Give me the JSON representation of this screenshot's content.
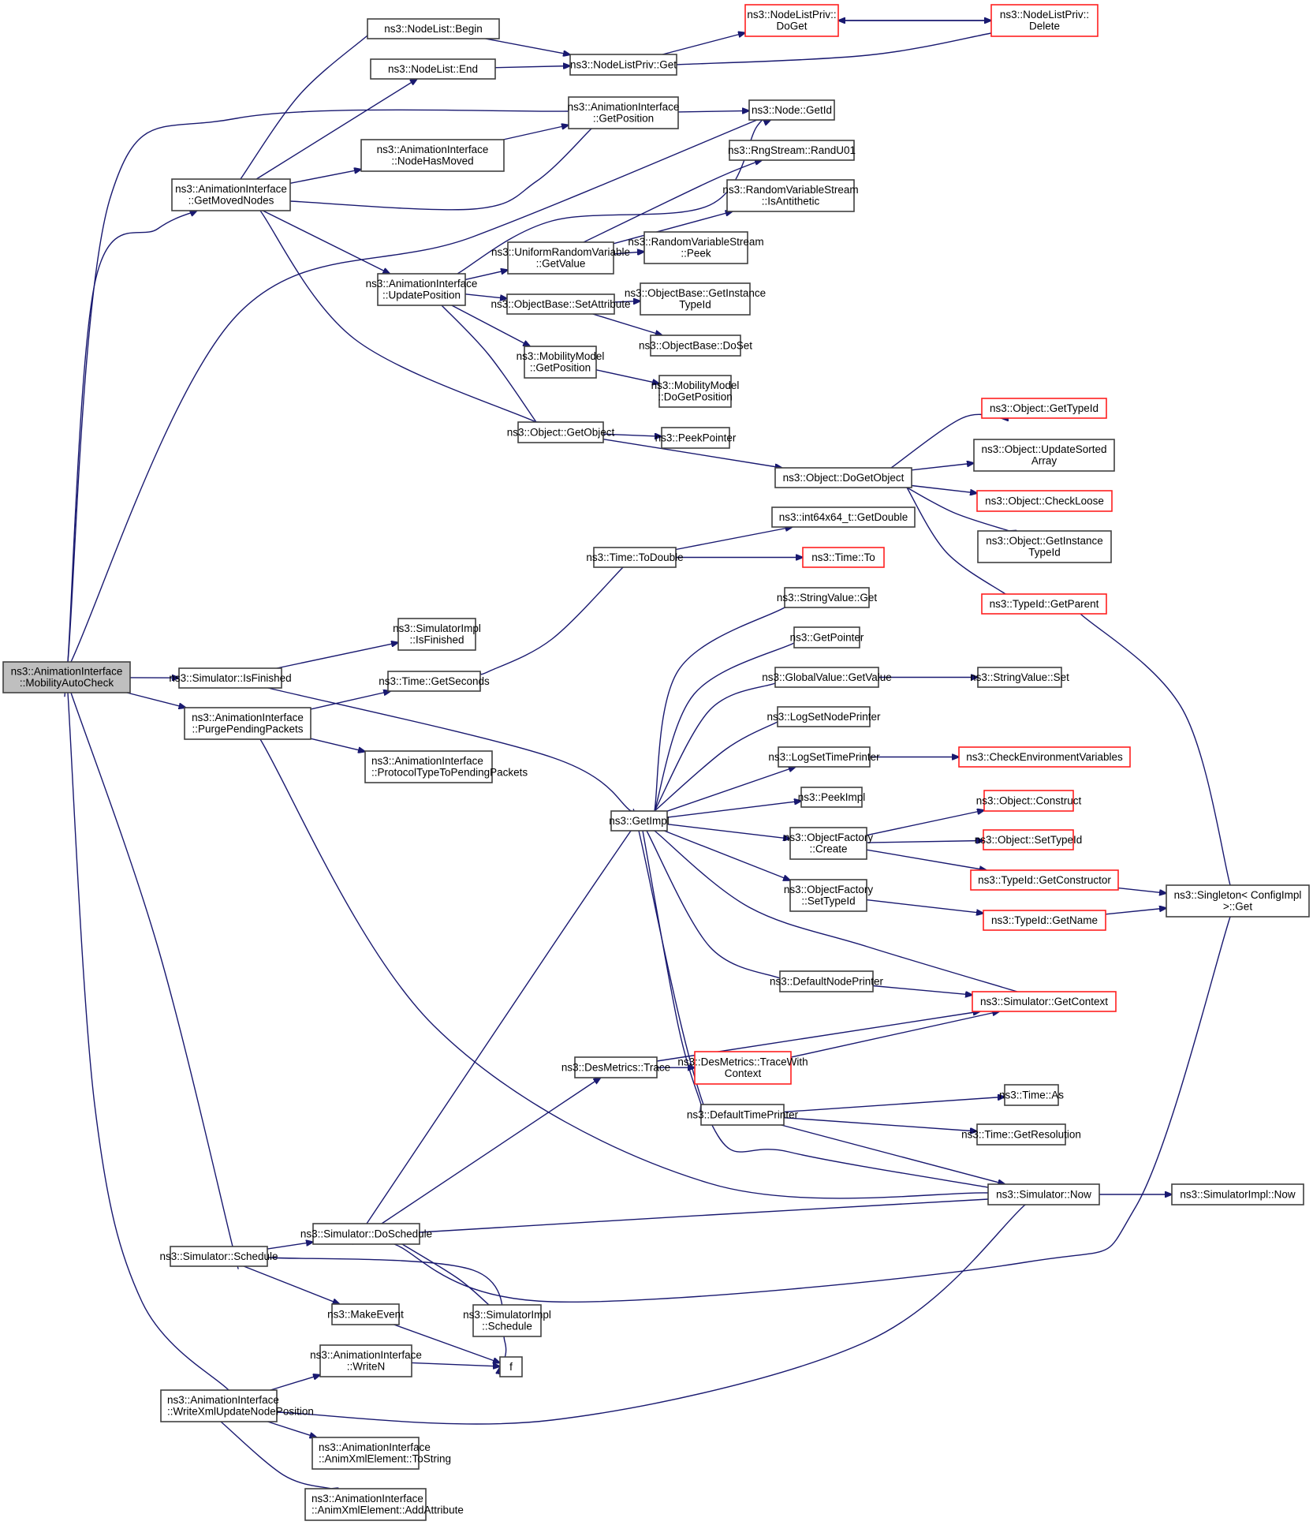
{
  "diagram": {
    "title": "Call graph of ns3::AnimationInterface::MobilityAutoCheck",
    "colors": {
      "edge": "#191970",
      "node_border": "#404040",
      "node_border_incomplete": "#ff2020",
      "root_fill": "#bfbfbf",
      "node_fill": "#ffffff"
    },
    "nodes": [
      {
        "id": "MobilityAutoCheck",
        "lines": [
          "ns3::AnimationInterface",
          "::MobilityAutoCheck"
        ],
        "style": "root"
      },
      {
        "id": "GetMovedNodes",
        "lines": [
          "ns3::AnimationInterface",
          "::GetMovedNodes"
        ],
        "style": "normal"
      },
      {
        "id": "NodeListBegin",
        "lines": [
          "ns3::NodeList::Begin"
        ],
        "style": "normal"
      },
      {
        "id": "NodeListEnd",
        "lines": [
          "ns3::NodeList::End"
        ],
        "style": "normal"
      },
      {
        "id": "NodeListPrivGet",
        "lines": [
          "ns3::NodeListPriv::Get"
        ],
        "style": "normal"
      },
      {
        "id": "NodeListPrivDoGet",
        "lines": [
          "ns3::NodeListPriv::",
          "DoGet"
        ],
        "style": "red"
      },
      {
        "id": "NodeListPrivDelete",
        "lines": [
          "ns3::NodeListPriv::",
          "Delete"
        ],
        "style": "red"
      },
      {
        "id": "AIGetPosition",
        "lines": [
          "ns3::AnimationInterface",
          "::GetPosition"
        ],
        "style": "normal"
      },
      {
        "id": "NodeGetId",
        "lines": [
          "ns3::Node::GetId"
        ],
        "style": "normal"
      },
      {
        "id": "NodeHasMoved",
        "lines": [
          "ns3::AnimationInterface",
          "::NodeHasMoved"
        ],
        "style": "normal"
      },
      {
        "id": "RandU01",
        "lines": [
          "ns3::RngStream::RandU01"
        ],
        "style": "normal"
      },
      {
        "id": "IsAntithetic",
        "lines": [
          "ns3::RandomVariableStream",
          "::IsAntithetic"
        ],
        "style": "normal"
      },
      {
        "id": "UpdatePosition",
        "lines": [
          "ns3::AnimationInterface",
          "::UpdatePosition"
        ],
        "style": "normal"
      },
      {
        "id": "URVGetValue",
        "lines": [
          "ns3::UniformRandomVariable",
          "::GetValue"
        ],
        "style": "normal"
      },
      {
        "id": "RVSPeek",
        "lines": [
          "ns3::RandomVariableStream",
          "::Peek"
        ],
        "style": "normal"
      },
      {
        "id": "SetAttribute",
        "lines": [
          "ns3::ObjectBase::SetAttribute"
        ],
        "style": "normal"
      },
      {
        "id": "OBGetInstanceTypeId",
        "lines": [
          "ns3::ObjectBase::GetInstance",
          "TypeId"
        ],
        "style": "normal"
      },
      {
        "id": "DoSet",
        "lines": [
          "ns3::ObjectBase::DoSet"
        ],
        "style": "normal"
      },
      {
        "id": "MMGetPosition",
        "lines": [
          "ns3::MobilityModel",
          "::GetPosition"
        ],
        "style": "normal"
      },
      {
        "id": "MMDoGetPosition",
        "lines": [
          "ns3::MobilityModel",
          "::DoGetPosition"
        ],
        "style": "normal"
      },
      {
        "id": "GetObject",
        "lines": [
          "ns3::Object::GetObject"
        ],
        "style": "normal"
      },
      {
        "id": "PeekPointer",
        "lines": [
          "ns3::PeekPointer"
        ],
        "style": "normal"
      },
      {
        "id": "DoGetObject",
        "lines": [
          "ns3::Object::DoGetObject"
        ],
        "style": "normal"
      },
      {
        "id": "ObjGetTypeId",
        "lines": [
          "ns3::Object::GetTypeId"
        ],
        "style": "red"
      },
      {
        "id": "UpdateSortedArray",
        "lines": [
          "ns3::Object::UpdateSorted",
          "Array"
        ],
        "style": "normal"
      },
      {
        "id": "CheckLoose",
        "lines": [
          "ns3::Object::CheckLoose"
        ],
        "style": "red"
      },
      {
        "id": "ObjGetInstanceTypeId",
        "lines": [
          "ns3::Object::GetInstance",
          "TypeId"
        ],
        "style": "normal"
      },
      {
        "id": "GetParent",
        "lines": [
          "ns3::TypeId::GetParent"
        ],
        "style": "red"
      },
      {
        "id": "GetDouble",
        "lines": [
          "ns3::int64x64_t::GetDouble"
        ],
        "style": "normal"
      },
      {
        "id": "TimeToDouble",
        "lines": [
          "ns3::Time::ToDouble"
        ],
        "style": "normal"
      },
      {
        "id": "TimeTo",
        "lines": [
          "ns3::Time::To"
        ],
        "style": "red"
      },
      {
        "id": "StringValueGet",
        "lines": [
          "ns3::StringValue::Get"
        ],
        "style": "normal"
      },
      {
        "id": "GetPointer",
        "lines": [
          "ns3::GetPointer"
        ],
        "style": "normal"
      },
      {
        "id": "GlobalValueGetValue",
        "lines": [
          "ns3::GlobalValue::GetValue"
        ],
        "style": "normal"
      },
      {
        "id": "StringValueSet",
        "lines": [
          "ns3::StringValue::Set"
        ],
        "style": "normal"
      },
      {
        "id": "LogSetNodePrinter",
        "lines": [
          "ns3::LogSetNodePrinter"
        ],
        "style": "normal"
      },
      {
        "id": "LogSetTimePrinter",
        "lines": [
          "ns3::LogSetTimePrinter"
        ],
        "style": "normal"
      },
      {
        "id": "CheckEnvironmentVariables",
        "lines": [
          "ns3::CheckEnvironmentVariables"
        ],
        "style": "red"
      },
      {
        "id": "SimulatorImplIsFinished",
        "lines": [
          "ns3::SimulatorImpl",
          "::IsFinished"
        ],
        "style": "normal"
      },
      {
        "id": "SimulatorIsFinished",
        "lines": [
          "ns3::Simulator::IsFinished"
        ],
        "style": "normal"
      },
      {
        "id": "TimeGetSeconds",
        "lines": [
          "ns3::Time::GetSeconds"
        ],
        "style": "normal"
      },
      {
        "id": "PurgePendingPackets",
        "lines": [
          "ns3::AnimationInterface",
          "::PurgePendingPackets"
        ],
        "style": "normal"
      },
      {
        "id": "ProtocolTypeToPendingPackets",
        "lines": [
          "ns3::AnimationInterface",
          "::ProtocolTypeToPendingPackets"
        ],
        "style": "normal",
        "align": "left"
      },
      {
        "id": "PeekImpl",
        "lines": [
          "ns3::PeekImpl"
        ],
        "style": "normal"
      },
      {
        "id": "GetImpl",
        "lines": [
          "ns3::GetImpl"
        ],
        "style": "normal"
      },
      {
        "id": "ObjectConstruct",
        "lines": [
          "ns3::Object::Construct"
        ],
        "style": "red"
      },
      {
        "id": "ObjectFactoryCreate",
        "lines": [
          "ns3::ObjectFactory",
          "::Create"
        ],
        "style": "normal"
      },
      {
        "id": "ObjectSetTypeId",
        "lines": [
          "ns3::Object::SetTypeId"
        ],
        "style": "red"
      },
      {
        "id": "GetConstructor",
        "lines": [
          "ns3::TypeId::GetConstructor"
        ],
        "style": "red"
      },
      {
        "id": "SingletonGet",
        "lines": [
          "ns3::Singleton< ConfigImpl",
          " >::Get"
        ],
        "style": "normal"
      },
      {
        "id": "ObjectFactorySetTypeId",
        "lines": [
          "ns3::ObjectFactory",
          "::SetTypeId"
        ],
        "style": "normal"
      },
      {
        "id": "TypeIdGetName",
        "lines": [
          "ns3::TypeId::GetName"
        ],
        "style": "red"
      },
      {
        "id": "DefaultNodePrinter",
        "lines": [
          "ns3::DefaultNodePrinter"
        ],
        "style": "normal"
      },
      {
        "id": "GetContext",
        "lines": [
          "ns3::Simulator::GetContext"
        ],
        "style": "red"
      },
      {
        "id": "DesMetricsTrace",
        "lines": [
          "ns3::DesMetrics::Trace"
        ],
        "style": "normal"
      },
      {
        "id": "TraceWithContext",
        "lines": [
          "ns3::DesMetrics::TraceWith",
          "Context"
        ],
        "style": "red"
      },
      {
        "id": "DefaultTimePrinter",
        "lines": [
          "ns3::DefaultTimePrinter"
        ],
        "style": "normal"
      },
      {
        "id": "TimeAs",
        "lines": [
          "ns3::Time::As"
        ],
        "style": "normal"
      },
      {
        "id": "TimeGetResolution",
        "lines": [
          "ns3::Time::GetResolution"
        ],
        "style": "normal"
      },
      {
        "id": "SimulatorNow",
        "lines": [
          "ns3::Simulator::Now"
        ],
        "style": "normal"
      },
      {
        "id": "SimulatorImplNow",
        "lines": [
          "ns3::SimulatorImpl::Now"
        ],
        "style": "normal"
      },
      {
        "id": "SimulatorSchedule",
        "lines": [
          "ns3::Simulator::Schedule"
        ],
        "style": "normal"
      },
      {
        "id": "DoSchedule",
        "lines": [
          "ns3::Simulator::DoSchedule"
        ],
        "style": "normal"
      },
      {
        "id": "MakeEvent",
        "lines": [
          "ns3::MakeEvent"
        ],
        "style": "normal"
      },
      {
        "id": "SimulatorImplSchedule",
        "lines": [
          "ns3::SimulatorImpl",
          "::Schedule"
        ],
        "style": "normal"
      },
      {
        "id": "WriteN",
        "lines": [
          "ns3::AnimationInterface",
          "::WriteN"
        ],
        "style": "normal"
      },
      {
        "id": "f",
        "lines": [
          "f"
        ],
        "style": "normal"
      },
      {
        "id": "WriteXmlUpdateNodePosition",
        "lines": [
          "ns3::AnimationInterface",
          "::WriteXmlUpdateNodePosition"
        ],
        "style": "normal",
        "align": "left"
      },
      {
        "id": "ToString",
        "lines": [
          "ns3::AnimationInterface",
          "::AnimXmlElement::ToString"
        ],
        "style": "normal",
        "align": "left"
      },
      {
        "id": "AddAttribute",
        "lines": [
          "ns3::AnimationInterface",
          "::AnimXmlElement::AddAttribute"
        ],
        "style": "normal",
        "align": "left"
      }
    ],
    "edges": [
      [
        "MobilityAutoCheck",
        "GetMovedNodes"
      ],
      [
        "MobilityAutoCheck",
        "AIGetPosition"
      ],
      [
        "MobilityAutoCheck",
        "NodeGetId"
      ],
      [
        "MobilityAutoCheck",
        "SimulatorIsFinished"
      ],
      [
        "MobilityAutoCheck",
        "PurgePendingPackets"
      ],
      [
        "MobilityAutoCheck",
        "SimulatorSchedule"
      ],
      [
        "MobilityAutoCheck",
        "WriteXmlUpdateNodePosition"
      ],
      [
        "GetMovedNodes",
        "NodeListBegin"
      ],
      [
        "GetMovedNodes",
        "NodeListEnd"
      ],
      [
        "GetMovedNodes",
        "NodeHasMoved"
      ],
      [
        "GetMovedNodes",
        "AIGetPosition"
      ],
      [
        "GetMovedNodes",
        "UpdatePosition"
      ],
      [
        "GetMovedNodes",
        "GetObject"
      ],
      [
        "NodeListBegin",
        "NodeListPrivGet"
      ],
      [
        "NodeListEnd",
        "NodeListPrivGet"
      ],
      [
        "NodeListPrivGet",
        "NodeListPrivDoGet"
      ],
      [
        "NodeListPrivDoGet",
        "NodeListPrivDelete"
      ],
      [
        "NodeListPrivDelete",
        "NodeListPrivDoGet"
      ],
      [
        "NodeListPrivDelete",
        "NodeListPrivGet"
      ],
      [
        "NodeHasMoved",
        "AIGetPosition"
      ],
      [
        "AIGetPosition",
        "NodeGetId"
      ],
      [
        "UpdatePosition",
        "NodeGetId"
      ],
      [
        "UpdatePosition",
        "URVGetValue"
      ],
      [
        "UpdatePosition",
        "SetAttribute"
      ],
      [
        "UpdatePosition",
        "MMGetPosition"
      ],
      [
        "UpdatePosition",
        "GetObject"
      ],
      [
        "URVGetValue",
        "RandU01"
      ],
      [
        "URVGetValue",
        "IsAntithetic"
      ],
      [
        "URVGetValue",
        "RVSPeek"
      ],
      [
        "SetAttribute",
        "OBGetInstanceTypeId"
      ],
      [
        "SetAttribute",
        "DoSet"
      ],
      [
        "MMGetPosition",
        "MMDoGetPosition"
      ],
      [
        "GetObject",
        "PeekPointer"
      ],
      [
        "GetObject",
        "DoGetObject"
      ],
      [
        "DoGetObject",
        "ObjGetTypeId"
      ],
      [
        "DoGetObject",
        "UpdateSortedArray"
      ],
      [
        "DoGetObject",
        "CheckLoose"
      ],
      [
        "DoGetObject",
        "ObjGetInstanceTypeId"
      ],
      [
        "DoGetObject",
        "GetParent"
      ],
      [
        "GetParent",
        "SingletonGet"
      ],
      [
        "SimulatorIsFinished",
        "SimulatorImplIsFinished"
      ],
      [
        "SimulatorIsFinished",
        "GetImpl"
      ],
      [
        "PurgePendingPackets",
        "TimeGetSeconds"
      ],
      [
        "PurgePendingPackets",
        "ProtocolTypeToPendingPackets"
      ],
      [
        "PurgePendingPackets",
        "SimulatorNow"
      ],
      [
        "TimeGetSeconds",
        "TimeToDouble"
      ],
      [
        "TimeToDouble",
        "GetDouble"
      ],
      [
        "TimeToDouble",
        "TimeTo"
      ],
      [
        "GetImpl",
        "StringValueGet"
      ],
      [
        "GetImpl",
        "GetPointer"
      ],
      [
        "GetImpl",
        "GlobalValueGetValue"
      ],
      [
        "GetImpl",
        "LogSetNodePrinter"
      ],
      [
        "GetImpl",
        "LogSetTimePrinter"
      ],
      [
        "GetImpl",
        "PeekImpl"
      ],
      [
        "GetImpl",
        "ObjectFactoryCreate"
      ],
      [
        "GetImpl",
        "ObjectFactorySetTypeId"
      ],
      [
        "GetImpl",
        "DefaultNodePrinter"
      ],
      [
        "GetImpl",
        "DefaultTimePrinter"
      ],
      [
        "GlobalValueGetValue",
        "StringValueSet"
      ],
      [
        "LogSetTimePrinter",
        "CheckEnvironmentVariables"
      ],
      [
        "ObjectFactoryCreate",
        "ObjectConstruct"
      ],
      [
        "ObjectFactoryCreate",
        "ObjectSetTypeId"
      ],
      [
        "ObjectFactoryCreate",
        "GetConstructor"
      ],
      [
        "ObjectFactorySetTypeId",
        "TypeIdGetName"
      ],
      [
        "GetConstructor",
        "SingletonGet"
      ],
      [
        "TypeIdGetName",
        "SingletonGet"
      ],
      [
        "DefaultNodePrinter",
        "GetContext"
      ],
      [
        "GetContext",
        "GetImpl"
      ],
      [
        "DesMetricsTrace",
        "GetContext"
      ],
      [
        "DesMetricsTrace",
        "TraceWithContext"
      ],
      [
        "TraceWithContext",
        "GetContext"
      ],
      [
        "DefaultTimePrinter",
        "TimeAs"
      ],
      [
        "DefaultTimePrinter",
        "TimeGetResolution"
      ],
      [
        "DefaultTimePrinter",
        "SimulatorNow"
      ],
      [
        "SimulatorNow",
        "GetImpl"
      ],
      [
        "SimulatorNow",
        "SimulatorImplNow"
      ],
      [
        "SimulatorSchedule",
        "DoSchedule"
      ],
      [
        "SimulatorSchedule",
        "MakeEvent"
      ],
      [
        "SimulatorSchedule",
        "f"
      ],
      [
        "DoSchedule",
        "GetImpl"
      ],
      [
        "DoSchedule",
        "DesMetricsTrace"
      ],
      [
        "DoSchedule",
        "SimulatorNow"
      ],
      [
        "DoSchedule",
        "SimulatorImplSchedule"
      ],
      [
        "DoSchedule",
        "SingletonGet"
      ],
      [
        "MakeEvent",
        "f"
      ],
      [
        "WriteN",
        "f"
      ],
      [
        "WriteXmlUpdateNodePosition",
        "WriteN"
      ],
      [
        "WriteXmlUpdateNodePosition",
        "SimulatorNow"
      ],
      [
        "WriteXmlUpdateNodePosition",
        "ToString"
      ],
      [
        "WriteXmlUpdateNodePosition",
        "AddAttribute"
      ]
    ]
  }
}
